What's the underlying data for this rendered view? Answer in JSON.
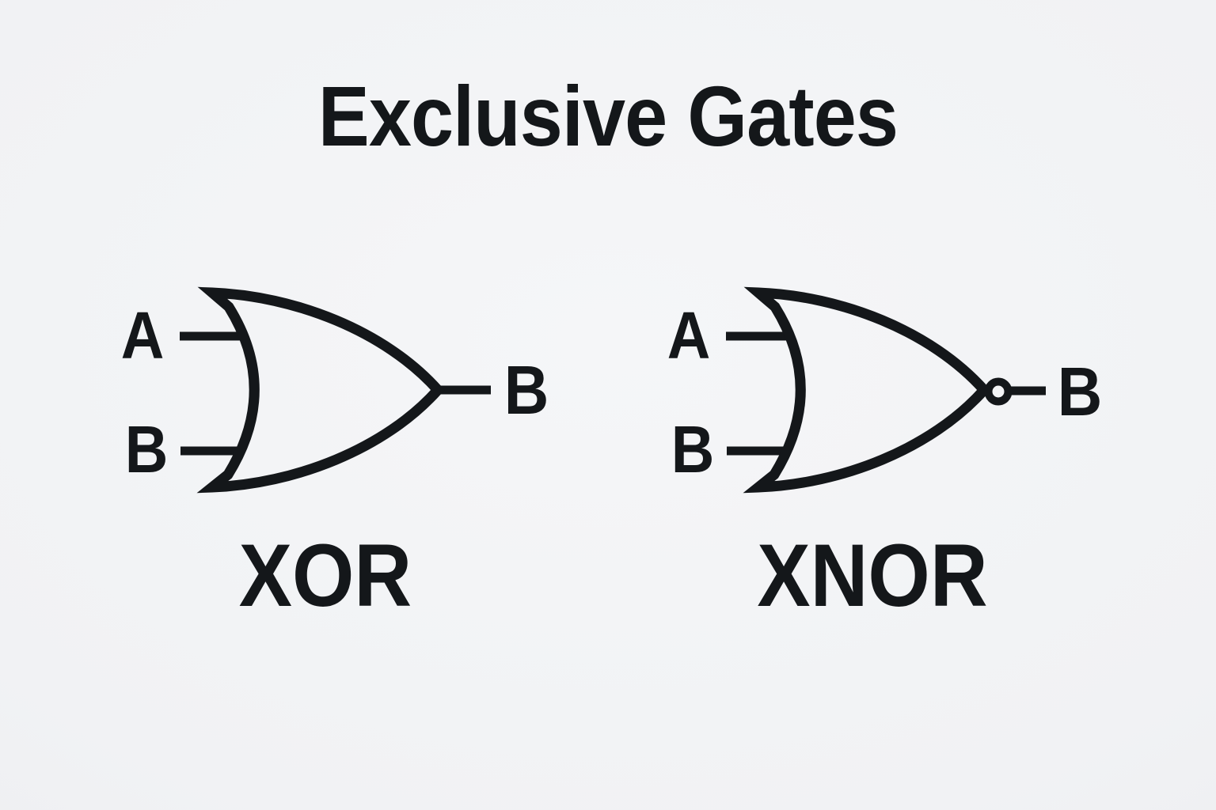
{
  "title": "Exclusive Gates",
  "colors": {
    "ink": "#14171a",
    "background": "#f1f2f4"
  },
  "gates": [
    {
      "name": "XOR",
      "type": "xor",
      "input_a_label": "A",
      "input_b_label": "B",
      "output_label": "B",
      "has_inversion_bubble": false
    },
    {
      "name": "XNOR",
      "type": "xnor",
      "input_a_label": "A",
      "input_b_label": "B",
      "output_label": "B",
      "has_inversion_bubble": true
    }
  ]
}
